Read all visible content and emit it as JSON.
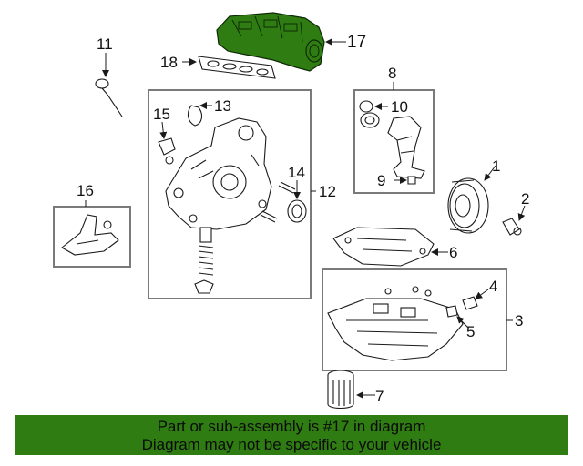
{
  "callouts": {
    "c1": "1",
    "c2": "2",
    "c3": "3",
    "c4": "4",
    "c5": "5",
    "c6": "6",
    "c7": "7",
    "c8": "8",
    "c9": "9",
    "c10": "10",
    "c11": "11",
    "c12": "12",
    "c13": "13",
    "c14": "14",
    "c15": "15",
    "c16": "16",
    "c17": "17",
    "c18": "18"
  },
  "highlight": {
    "part_number": "17",
    "color": "#2f7d12"
  },
  "banner": {
    "line1": "Part or sub-assembly is #17 in diagram",
    "line2": "Diagram may not be specific to your vehicle",
    "color": "#2f7d12"
  }
}
